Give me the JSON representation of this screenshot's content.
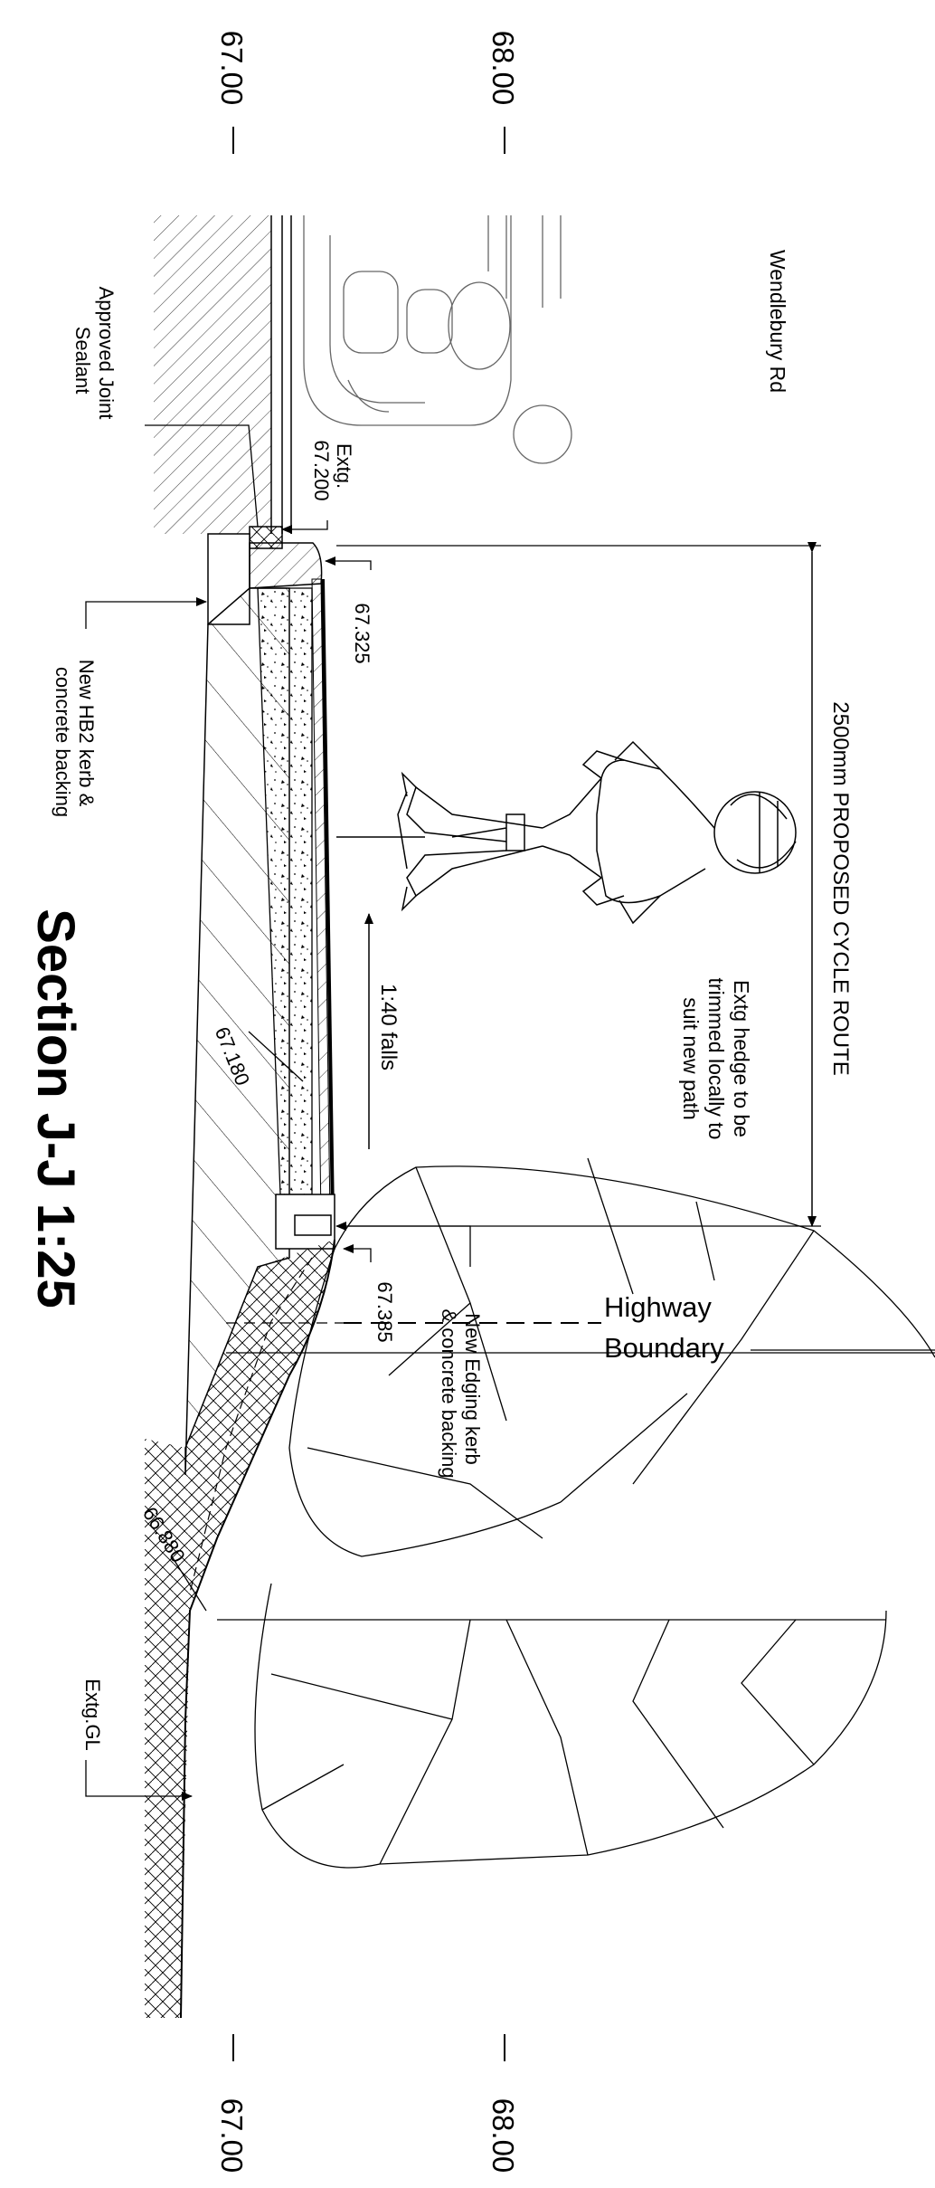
{
  "section_title": "Section J-J 1:25",
  "levels": {
    "top_left": "67.00",
    "top_right": "68.00",
    "bottom_left": "67.00",
    "bottom_right": "68.00"
  },
  "road_label": "Wendlebury Rd",
  "route_dimension": "2500mm PROPOSED CYCLE ROUTE",
  "hedge_note": [
    "Extg hedge to be",
    "trimmed locally to",
    "suit new path"
  ],
  "highway_boundary": [
    "Highway",
    "Boundary"
  ],
  "falls_label": "1:40 falls",
  "spot_levels": {
    "existing_road": [
      "Extg.",
      "67.200"
    ],
    "kerb_top": "67.325",
    "path_mid": "67.180",
    "path_edge": "67.385",
    "toe": "66.880"
  },
  "notes": {
    "joint_sealant": [
      "Approved Joint",
      "Sealant"
    ],
    "hb2_kerb": [
      "New HB2 kerb &",
      "concrete backing"
    ],
    "edging_kerb": [
      "New Edging kerb",
      "& concrete backing"
    ],
    "existing_ground": "Extg.GL"
  }
}
